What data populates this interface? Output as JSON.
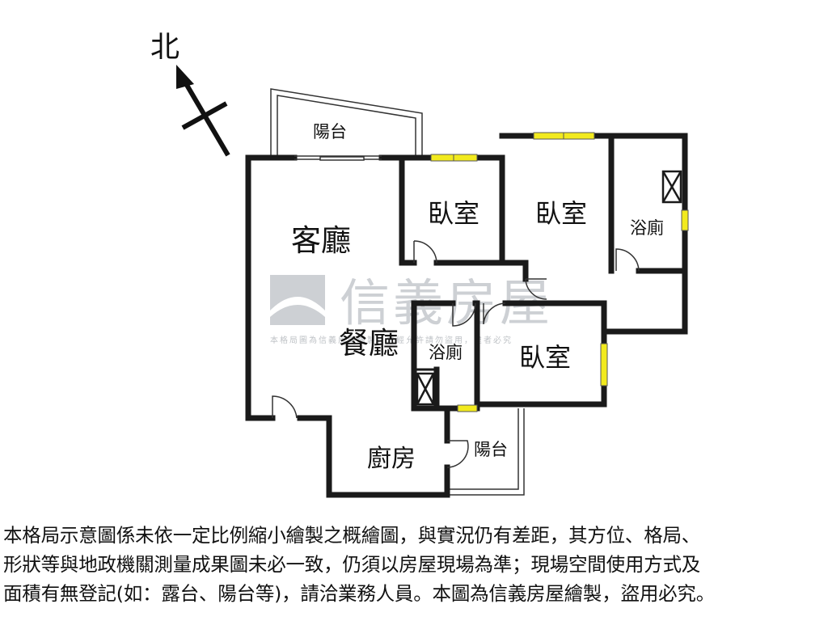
{
  "compass": {
    "north_label": "北"
  },
  "rooms": {
    "balcony_top": "陽台",
    "living_room": "客廳",
    "dining_room": "餐廳",
    "bedroom_1": "臥室",
    "bedroom_2": "臥室",
    "bedroom_3": "臥室",
    "bathroom_1": "浴廁",
    "bathroom_2": "浴廁",
    "kitchen": "廚房",
    "balcony_kitchen": "陽台"
  },
  "watermark": {
    "brand": "信義房屋",
    "notice": "本格局圖為信義房屋繪製，未經允許請勿盜用，違者必究"
  },
  "disclaimer": {
    "line1": "本格局示意圖係未依一定比例縮小繪製之概繪圖，與實況仍有差距，其方位、格局、",
    "line2": "形狀等與地政機關測量成果圖未必一致，仍須以房屋現場為準；現場空間使用方式及",
    "line3": "面積有無登記(如：露台、陽台等)，請洽業務人員。本圖為信義房屋繪製，盜用必究。"
  },
  "colors": {
    "wall": "#1a1a1a",
    "window": "#f2ea1e",
    "watermark": "#c8ccd0"
  }
}
